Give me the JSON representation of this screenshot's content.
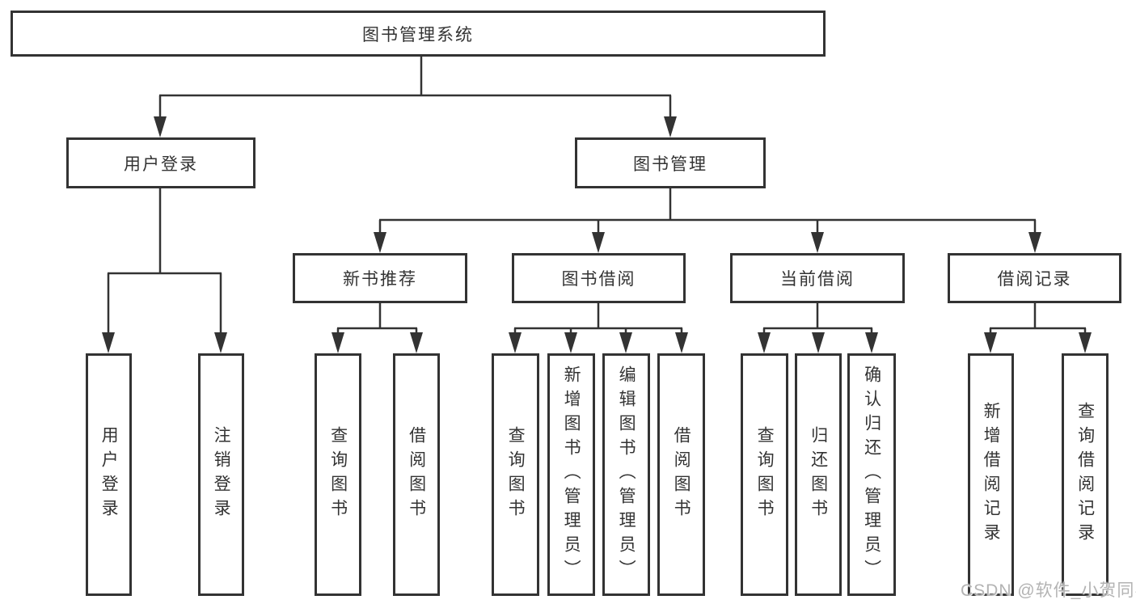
{
  "colors": {
    "line": "#333333",
    "box_border": "#333333",
    "background": "#ffffff",
    "watermark": "#b3b3b3"
  },
  "tree": {
    "root": {
      "label": "图书管理系统",
      "children": [
        {
          "label": "用户登录",
          "children": [
            {
              "label": "用户登录"
            },
            {
              "label": "注销登录"
            }
          ]
        },
        {
          "label": "图书管理",
          "children": [
            {
              "label": "新书推荐",
              "children": [
                {
                  "label": "查询图书"
                },
                {
                  "label": "借阅图书"
                }
              ]
            },
            {
              "label": "图书借阅",
              "children": [
                {
                  "label": "查询图书"
                },
                {
                  "label": "新增图书（管理员）"
                },
                {
                  "label": "编辑图书（管理员）"
                },
                {
                  "label": "借阅图书"
                }
              ]
            },
            {
              "label": "当前借阅",
              "children": [
                {
                  "label": "查询图书"
                },
                {
                  "label": "归还图书"
                },
                {
                  "label": "确认归还（管理员）"
                }
              ]
            },
            {
              "label": "借阅记录",
              "children": [
                {
                  "label": "新增借阅记录"
                },
                {
                  "label": "查询借阅记录"
                }
              ]
            }
          ]
        }
      ]
    }
  },
  "watermark": {
    "text": "CSDN @软件_小贺同学"
  }
}
